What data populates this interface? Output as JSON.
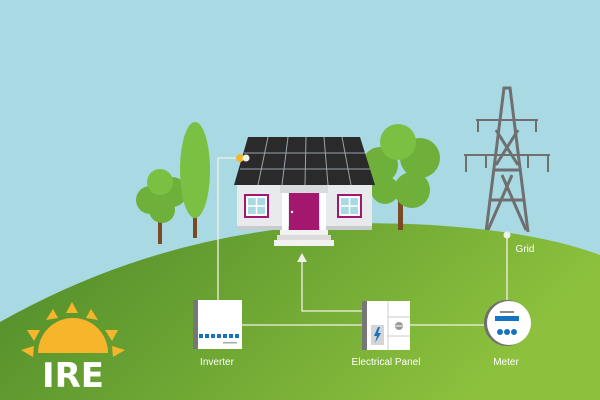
{
  "labels": {
    "inverter": "Inverter",
    "electrical_panel": "Electrical Panel",
    "meter": "Meter",
    "grid": "Grid"
  },
  "logo": {
    "text": "IRE"
  },
  "colors": {
    "sky": "#a9d9e3",
    "hill_dark": "#4e8a2a",
    "hill_light": "#8dc13d",
    "sun": "#f7b52c",
    "door": "#a3186e",
    "accent_blue": "#1673c0",
    "tower": "#6f6f6f"
  }
}
